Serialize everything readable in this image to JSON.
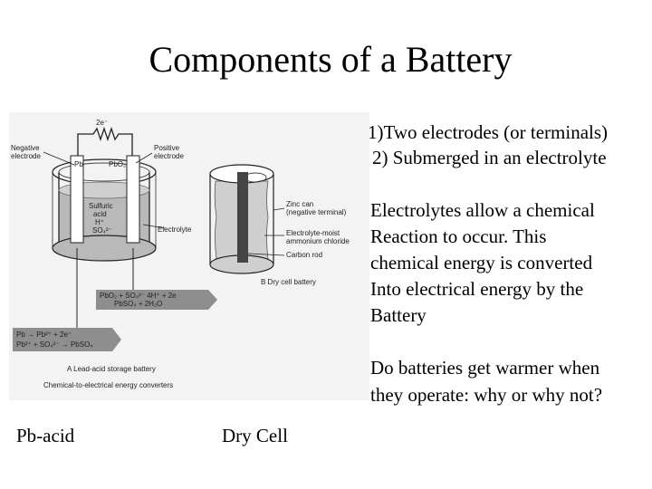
{
  "slide": {
    "title": "Components of a Battery",
    "points": [
      "1)Two electrodes (or terminals)",
      "2) Submerged in an electrolyte"
    ],
    "paragraph1": [
      "Electrolytes allow a chemical",
      "Reaction to occur.  This",
      "chemical energy is converted",
      "Into electrical energy by the",
      "Battery"
    ],
    "paragraph2": [
      "Do batteries get warmer when",
      "they operate: why or why not?"
    ],
    "captions": {
      "left": "Pb-acid",
      "right": "Dry Cell"
    }
  },
  "figure": {
    "lead_acid": {
      "electron_label": "2e⁻",
      "negative_label": [
        "Negative",
        "electrode"
      ],
      "positive_label": [
        "Positive",
        "electrode"
      ],
      "pb": "Pb",
      "pbo2": "PbO₂",
      "acid_label": [
        "Sulfuric",
        "acid",
        "H⁺",
        "SO₄²⁻"
      ],
      "electrolyte_label": "Electrolyte",
      "reaction_pos": [
        "PbO₂ + SO₄²⁻   4H⁺ + 2e",
        "PbSO₄ + 2H₂O"
      ],
      "reaction_neg": [
        "Pb → Pb²⁺ + 2e⁻",
        "Pb²⁺ + SO₄²⁻ → PbSO₄"
      ],
      "caption": "A  Lead-acid storage battery",
      "subcaption": "Chemical-to-electrical energy converters"
    },
    "dry_cell": {
      "zinc_label": [
        "Zinc can",
        "(negative terminal)"
      ],
      "paste_label": [
        "Electrolyte-moist",
        "ammonium chloride"
      ],
      "rod_label": "Carbon rod",
      "caption": "B  Dry cell battery"
    }
  }
}
